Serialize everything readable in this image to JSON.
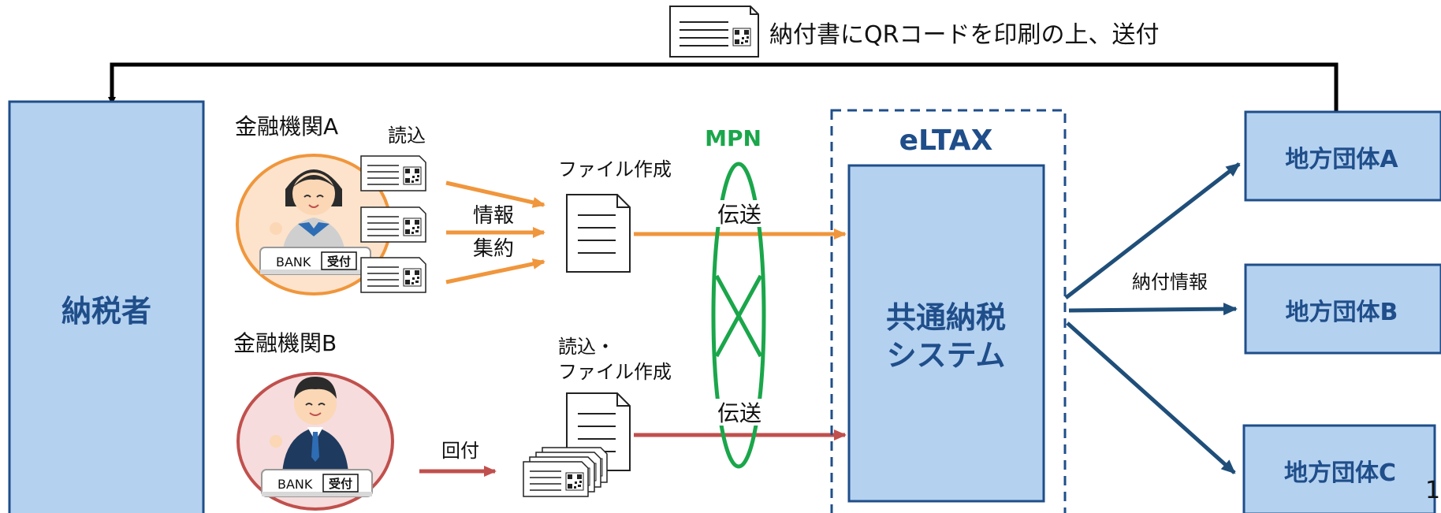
{
  "header": {
    "caption": "納付書にQRコードを印刷の上、送付"
  },
  "taxpayer": {
    "label": "納税者"
  },
  "bank_a": {
    "label": "金融機関A",
    "read_label": "読込",
    "aggregate_label_1": "情報",
    "aggregate_label_2": "集約",
    "file_label": "ファイル作成",
    "counter_text": "BANK",
    "counter_badge": "受付"
  },
  "bank_b": {
    "label": "金融機関B",
    "read_file_label_1": "読込・",
    "read_file_label_2": "ファイル作成",
    "route_label": "回付",
    "counter_text": "BANK",
    "counter_badge": "受付"
  },
  "network": {
    "label": "MPN",
    "transmit_a": "伝送",
    "transmit_b": "伝送"
  },
  "eltax": {
    "label": "eLTAX",
    "system_line_1": "共通納税",
    "system_line_2": "システム"
  },
  "payment_info": {
    "label": "納付情報"
  },
  "local_govs": [
    {
      "label": "地方団体A"
    },
    {
      "label": "地方団体B"
    },
    {
      "label": "地方団体C"
    }
  ],
  "page_number": "1",
  "colors": {
    "box_fill": "#b4d1f0",
    "box_stroke": "#1f4e8a",
    "title_text": "#1f4e8a",
    "orange_arrow": "#f0963c",
    "red_arrow": "#c0504d",
    "mpn_green": "#1aa64a",
    "bank_a_circle": "#fde3cc",
    "bank_b_circle": "#f6dcdc"
  }
}
